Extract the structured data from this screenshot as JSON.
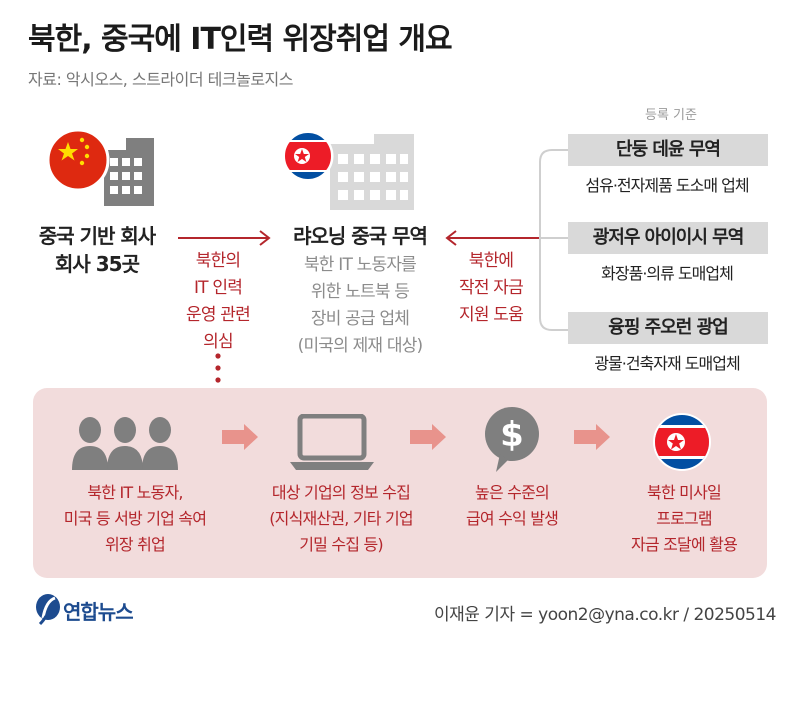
{
  "title": "북한, 중국에 IT인력 위장취업 개요",
  "source": "자료: 악시오스, 스트라이더 테크놀로지스",
  "china_company": {
    "line1": "중국 기반 회사",
    "line2": "회사 35곳"
  },
  "ryonong": {
    "name": "랴오닝 중국 무역",
    "desc": [
      "북한 IT 노동자를",
      "위한 노트북 등",
      "장비 공급 업체",
      "(미국의 제재 대상)"
    ]
  },
  "left_arrow_label": [
    "북한의",
    "IT 인력",
    "운영 관련",
    "의심"
  ],
  "right_arrow_label": [
    "북한에",
    "작전 자금",
    "지원 도움"
  ],
  "registration": {
    "label": "등록 기준",
    "items": [
      {
        "name": "단둥 데윤 무역",
        "category": "섬유·전자제품 도소매 업체"
      },
      {
        "name": "광저우 아이이시 무역",
        "category": "화장품·의류 도매업체"
      },
      {
        "name": "융핑 주오런 광업",
        "category": "광물·건축자재 도매업체"
      }
    ]
  },
  "steps": [
    {
      "lines": [
        "북한 IT 노동자,",
        "미국 등 서방 기업 속여",
        "위장 취업"
      ],
      "icon": "people-icon"
    },
    {
      "lines": [
        "대상 기업의 정보 수집",
        "(지식재산권, 기타 기업",
        "기밀 수집 등)"
      ],
      "icon": "laptop-icon"
    },
    {
      "lines": [
        "높은 수준의",
        "급여 수익 발생"
      ],
      "icon": "dollar-bubble-icon",
      "symbol": "$"
    },
    {
      "lines": [
        "북한 미사일",
        "프로그램",
        "자금 조달에 활용"
      ],
      "icon": "north-korea-flag-icon"
    }
  ],
  "logo": "연합뉴스",
  "credit": "이재윤 기자 = yoon2@yna.co.kr / 20250514",
  "colors": {
    "accent_red": "#b4262c",
    "panel_pink": "#f2dcdc",
    "arrow_salmon": "#e8938c",
    "icon_gray": "#7f7f7f",
    "reg_box": "#d9d9d9",
    "logo_blue": "#1d4b8f"
  }
}
